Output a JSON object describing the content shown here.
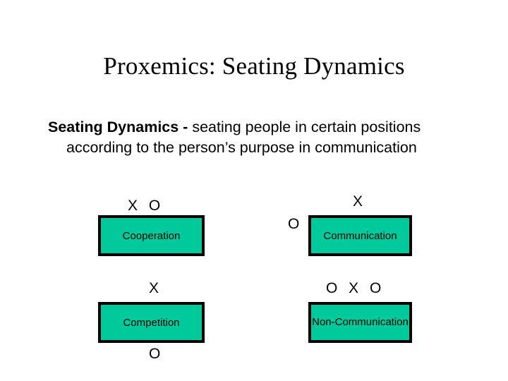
{
  "slide": {
    "title": "Proxemics: Seating Dynamics",
    "background_color": "#FFFFFF",
    "text_color": "#000000"
  },
  "body": {
    "lead": "Seating Dynamics - ",
    "text": "seating people in certain positions according to the person’s purpose in communication"
  },
  "diagram": {
    "box_fill_color": "#00C99B",
    "box_border_color": "#000000",
    "quadrants": [
      {
        "id": "cooperation",
        "label": "Cooperation",
        "markers_top": "X  O",
        "markers_left": "",
        "markers_bottom": ""
      },
      {
        "id": "communication",
        "label": "Communication",
        "markers_top": "X",
        "markers_left": "O",
        "markers_bottom": ""
      },
      {
        "id": "competition",
        "label": "Competition",
        "markers_top": "X",
        "markers_left": "",
        "markers_bottom": "O"
      },
      {
        "id": "non-communication",
        "label": "Non-Communication",
        "markers_top": "O  X  O",
        "markers_left": "",
        "markers_bottom": ""
      }
    ]
  }
}
